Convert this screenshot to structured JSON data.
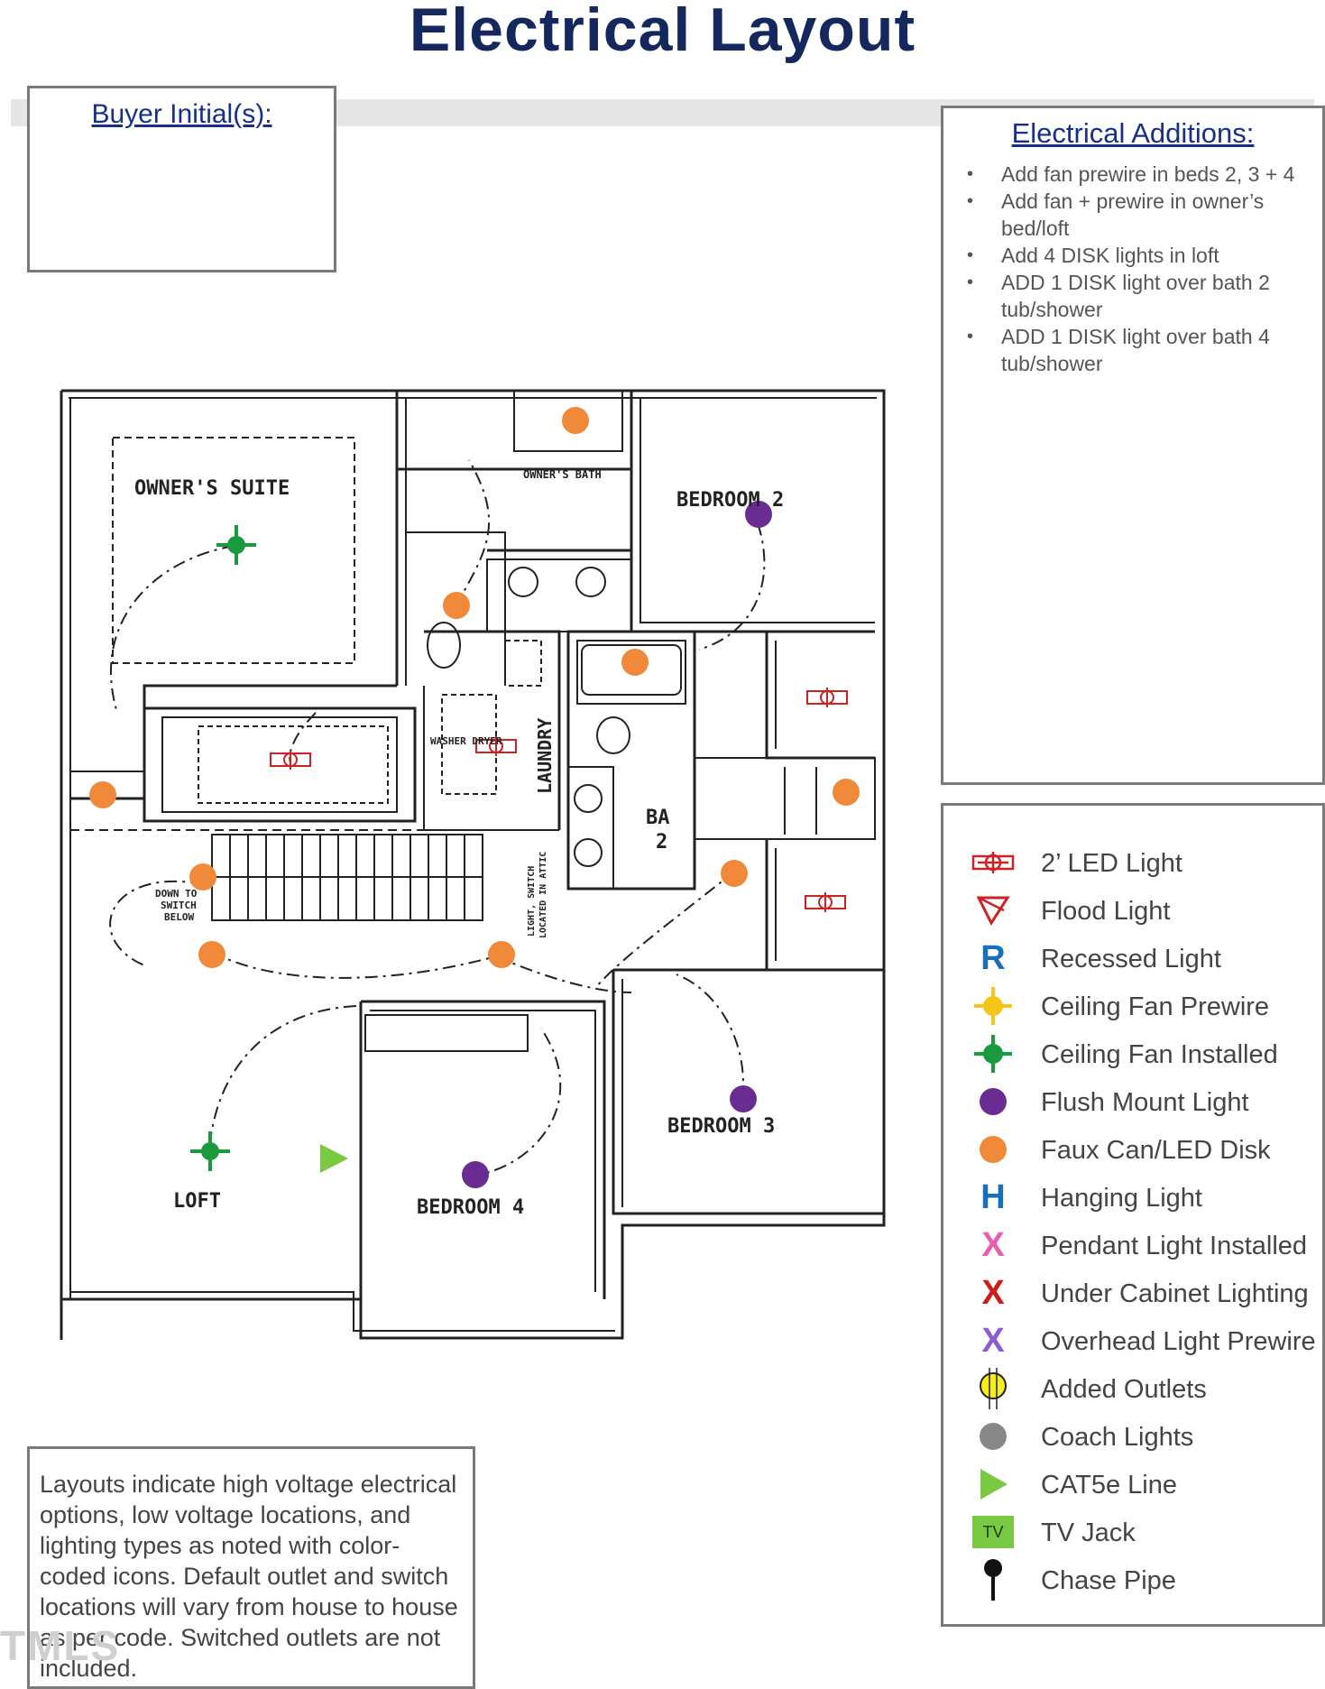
{
  "title": "Electrical Layout",
  "buyer_label": "Buyer Initial(s):",
  "additions": {
    "title": "Electrical Additions:",
    "items": [
      "Add fan prewire in beds 2, 3 + 4",
      "Add fan + prewire in owner’s bed/loft",
      "Add 4 DISK lights in loft",
      "ADD 1 DISK light over bath 2 tub/shower",
      "ADD 1 DISK light over bath 4 tub/shower"
    ]
  },
  "legend": [
    {
      "label": "2’ LED Light",
      "icon": "led-2ft-icon",
      "color": "#cc2222"
    },
    {
      "label": "Flood Light",
      "icon": "flood-light-icon",
      "color": "#cc2222"
    },
    {
      "label": "Recessed Light",
      "icon": "recessed-light-icon",
      "color": "#1a6fb8",
      "glyph": "R"
    },
    {
      "label": "Ceiling Fan Prewire",
      "icon": "ceiling-fan-prewire-icon",
      "color": "#f5c518"
    },
    {
      "label": "Ceiling Fan Installed",
      "icon": "ceiling-fan-installed-icon",
      "color": "#1a9a3c"
    },
    {
      "label": "Flush Mount Light",
      "icon": "flush-mount-icon",
      "color": "#6a2c91"
    },
    {
      "label": "Faux Can/LED Disk",
      "icon": "faux-can-icon",
      "color": "#f08a3a"
    },
    {
      "label": "Hanging Light",
      "icon": "hanging-light-icon",
      "color": "#1a6fb8",
      "glyph": "H"
    },
    {
      "label": "Pendant Light Installed",
      "icon": "pendant-light-icon",
      "color": "#e85fb0",
      "glyph": "X"
    },
    {
      "label": "Under Cabinet Lighting",
      "icon": "under-cabinet-icon",
      "color": "#d01b1b",
      "glyph": "X"
    },
    {
      "label": "Overhead Light Prewire",
      "icon": "overhead-prewire-icon",
      "color": "#8e5bd6",
      "glyph": "X"
    },
    {
      "label": "Added Outlets",
      "icon": "added-outlet-icon",
      "color": "#f7ec1e"
    },
    {
      "label": "Coach Lights",
      "icon": "coach-light-icon",
      "color": "#888888"
    },
    {
      "label": "CAT5e Line",
      "icon": "cat5e-icon",
      "color": "#7ac943"
    },
    {
      "label": "TV Jack",
      "icon": "tv-jack-icon",
      "color": "#7ac943",
      "glyph": "TV"
    },
    {
      "label": "Chase Pipe",
      "icon": "chase-pipe-icon",
      "color": "#111111"
    }
  ],
  "note": "Layouts indicate high voltage electrical options, low voltage locations, and lighting types as noted with color-coded icons. Default outlet and switch locations will vary from house to house as per code. Switched outlets are not included.",
  "watermark": "TMLS",
  "plan": {
    "rooms": {
      "owners_suite": "OWNER'S SUITE",
      "owners_bath": "OWNER'S BATH",
      "bedroom2": "BEDROOM 2",
      "bedroom3": "BEDROOM 3",
      "bedroom4": "BEDROOM 4",
      "loft": "LOFT",
      "laundry": "LAUNDRY",
      "washer_dryer": "WASHER DRYER",
      "ba2_a": "BA",
      "ba2_b": "2",
      "down_note_1": "DOWN TO",
      "down_note_2": "SWITCH",
      "down_note_3": "BELOW",
      "attic_note_1": "LIGHT, SWITCH",
      "attic_note_2": "LOCATED IN ATTIC"
    },
    "colors": {
      "wall": "#222222",
      "fan": "#1a9a3c",
      "disk": "#f08a3a",
      "flush": "#6a2c91",
      "led": "#cc2222",
      "cat5e": "#7ac943"
    }
  }
}
